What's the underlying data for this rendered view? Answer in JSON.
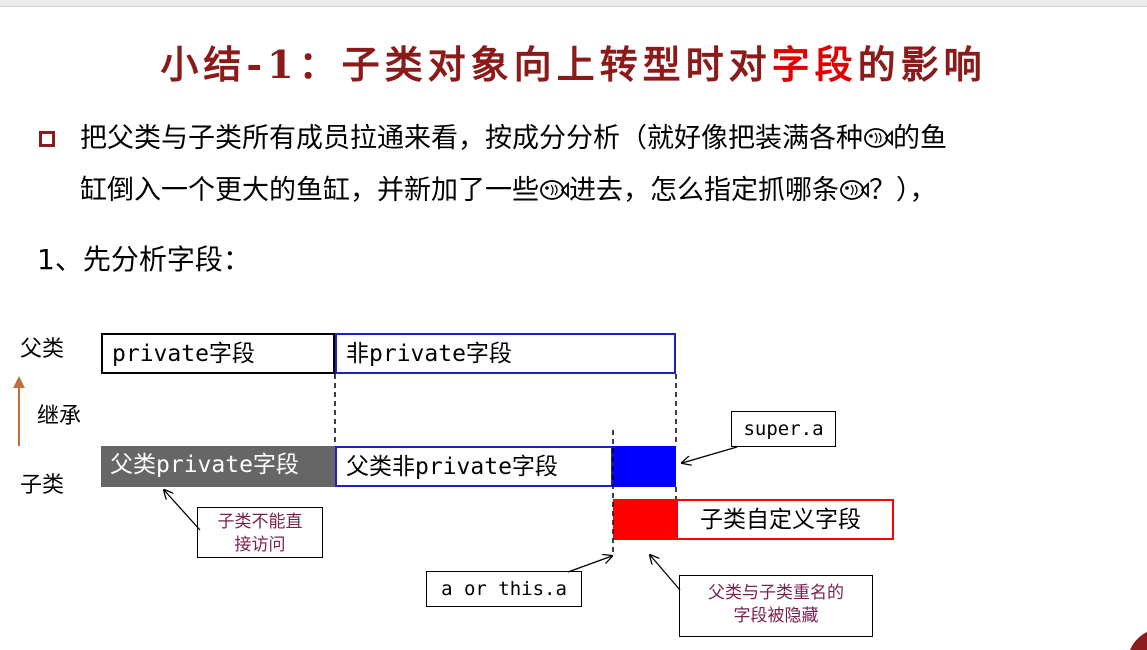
{
  "title": {
    "part1": "小结-1：子类对象向上转型时对",
    "highlight": "字段",
    "part2": "的影响"
  },
  "bullet": {
    "line1_a": "把父类与子类所有成员拉通来看，按成分分析（就好像把装满各种",
    "line1_b": "的鱼",
    "line2_a": "缸倒入一个更大的鱼缸，并新加了一些",
    "line2_b": "进去，怎么指定抓哪条",
    "line2_c": "？），",
    "icon": "fish-icon"
  },
  "step": "1、先分析字段：",
  "diagram": {
    "parent_label": "父类",
    "inherit_label": "继承",
    "child_label": "子类",
    "parent_private": "private字段",
    "parent_nonprivate": "非private字段",
    "child_parent_private": "父类private字段",
    "child_parent_nonprivate": "父类非private字段",
    "child_own": "子类自定义字段",
    "callout_super": "super.a",
    "callout_this": "a or this.a",
    "note_no_access": [
      "子类不能直",
      "接访问"
    ],
    "note_hidden": [
      "父类与子类重名的",
      "字段被隐藏"
    ]
  },
  "colors": {
    "title": "#8b1a1a",
    "title_highlight": "#e00000",
    "parent_nonprivate_border": "#1f1fc4",
    "gray_block": "#666666",
    "blue_block": "#0000ff",
    "red_block": "#ff0000",
    "note_text": "#7a1f4f",
    "inherit_arrow": "#c0703a"
  }
}
